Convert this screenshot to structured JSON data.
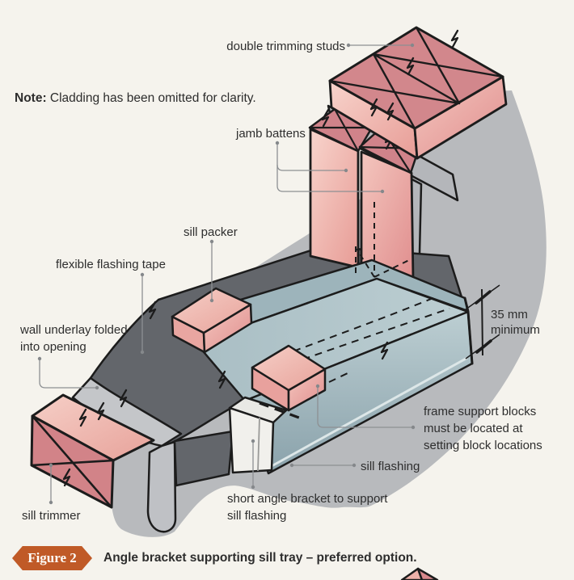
{
  "note": {
    "label": "Note:",
    "text": " Cladding has been omitted for clarity."
  },
  "labels": {
    "double_trimming_studs": "double trimming studs",
    "jamb_battens": "jamb battens",
    "sill_packer": "sill packer",
    "flexible_flashing_tape": "flexible flashing tape",
    "wall_underlay_line1": "wall underlay folded",
    "wall_underlay_line2": "into opening",
    "sill_trimmer": "sill trimmer",
    "dimension_line1": "35 mm",
    "dimension_line2": "minimum",
    "frame_support_line1": "frame support blocks",
    "frame_support_line2": "must be located at",
    "frame_support_line3": "setting block locations",
    "sill_flashing": "sill flashing",
    "angle_bracket_line1": "short angle bracket to support",
    "angle_bracket_line2": "sill flashing"
  },
  "figure": {
    "badge": "Figure 2",
    "caption": "Angle bracket supporting sill tray – preferred option."
  },
  "colors": {
    "background": "#f5f3ed",
    "badge_orange": "#c05a27",
    "timber_pink_cut": "#d2868b",
    "timber_pink_face": "#f2c2ba",
    "flashing_tray_blue": "#aec3c9",
    "underlay_grey": "#b8babd",
    "flashing_tape_grey": "#63666b",
    "line_black": "#1c1c1c",
    "label_grey": "#2e2e2e",
    "leader_grey": "#8d9093"
  }
}
